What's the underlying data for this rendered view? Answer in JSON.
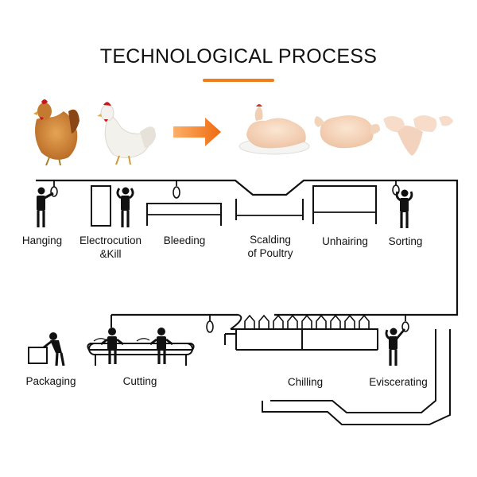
{
  "title": "TECHNOLOGICAL PROCESS",
  "colors": {
    "accent": "#f07c1a",
    "line": "#111111"
  },
  "stages": {
    "hanging": "Hanging",
    "electrocution_line1": "Electrocution",
    "electrocution_line2": "&Kill",
    "bleeding": "Bleeding",
    "scalding_line1": "Scalding",
    "scalding_line2": "of Poultry",
    "unhairing": "Unhairing",
    "sorting": "Sorting",
    "packaging": "Packaging",
    "cutting": "Cutting",
    "chilling": "Chilling",
    "eviscerating": "Eviscerating"
  },
  "illustrations": [
    "brown-hen",
    "white-rooster",
    "arrow",
    "plucked-chicken-on-plate",
    "whole-raw-chicken",
    "chicken-parts"
  ]
}
